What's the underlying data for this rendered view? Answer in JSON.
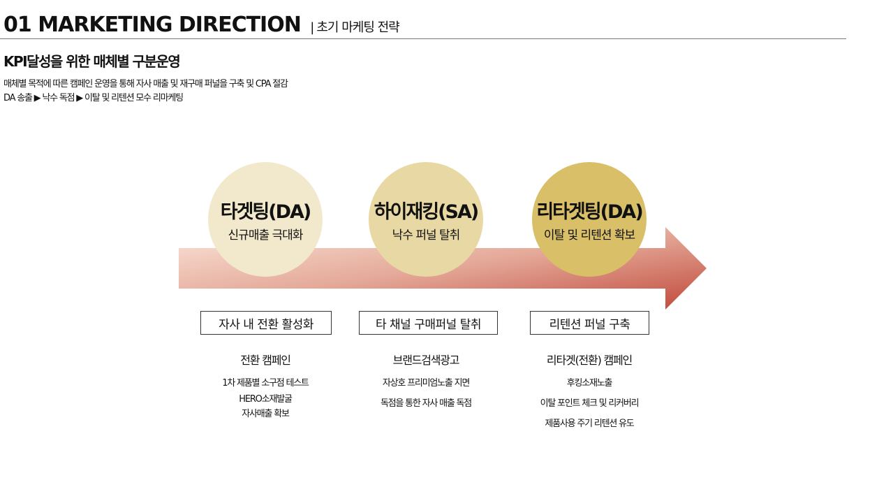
{
  "header": {
    "title": "01 MARKETING DIRECTION",
    "separator": "|",
    "subtitle": "초기 마케팅 전략"
  },
  "section": {
    "heading": "KPI달성을 위한 매체별 구분운영",
    "desc1": "매체별 목적에 따른 캠페인 운영을 통해 자사 매출 및 재구매 퍼널을 구축 및 CPA 절감",
    "desc2": "DA 송출 ▶ 낙수 독점 ▶ 이탈 및 리텐션 모수 리마케팅"
  },
  "stages": [
    {
      "title": "타겟팅(DA)",
      "subtitle": "신규매출 극대화",
      "box": "자사 내 전환 활성화",
      "campaign": "전환 캠페인",
      "items": [
        "1차 제품별 소구점 테스트",
        "HERO소재발굴",
        "자사매출 확보"
      ],
      "color": "#f2e9cc"
    },
    {
      "title": "하이재킹(SA)",
      "subtitle": "낙수 퍼널 탈취",
      "box": "타 채널 구매퍼널 탈취",
      "campaign": "브랜드검색광고",
      "items": [
        "자상호 프리미엄노출 지면",
        "독점을 통한 자사 매출 독점"
      ],
      "color": "#e8d8a4"
    },
    {
      "title": "리타겟팅(DA)",
      "subtitle": "이탈 및 리텐션 확보",
      "box": "리텐션 퍼널 구축",
      "campaign": "리타겟(전환) 캠페인",
      "items": [
        "후킹소재노출",
        "이탈 포인트 체크 및 리커버리",
        "제품사용 주기 리텐션 유도"
      ],
      "color": "#d8bf68"
    }
  ]
}
